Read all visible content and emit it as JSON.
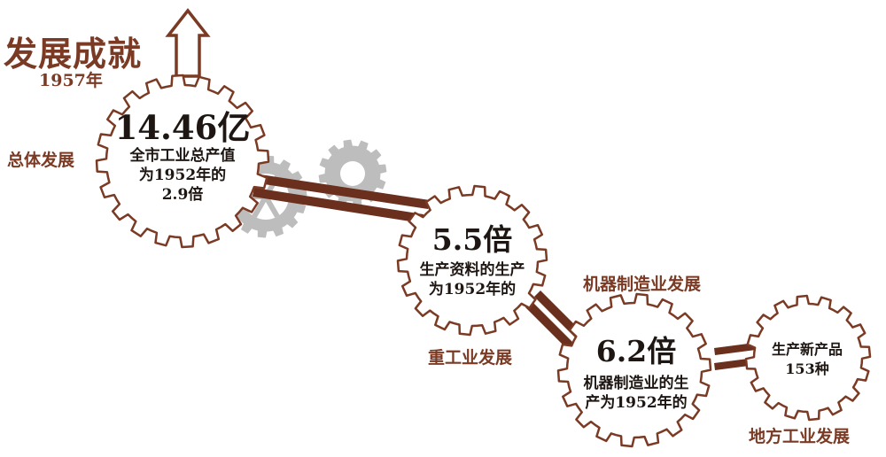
{
  "title": "发展成就",
  "year": "1957年",
  "colors": {
    "brown": "#7a3a24",
    "rail": "#6b2f1e",
    "gear_outline": "#7a3a24",
    "gear_fill": "#ffffff",
    "grey_gear": "#bdbdbd",
    "text": "#1e1612"
  },
  "icons": [
    "up-arrow-icon",
    "gear-icon"
  ],
  "nodes": [
    {
      "category": "总体发展",
      "value": "14.46亿",
      "desc_lines": [
        "全市工业总产值",
        "为1952年的",
        "2.9倍"
      ]
    },
    {
      "category": "重工业发展",
      "value": "5.5倍",
      "desc_lines": [
        "生产资料的生产",
        "为1952年的"
      ]
    },
    {
      "category": "机器制造业发展",
      "value": "6.2倍",
      "desc_lines": [
        "机器制造业的生",
        "产为1952年的"
      ]
    },
    {
      "category": "地方工业发展",
      "value": "",
      "desc_lines": [
        "生产新产品",
        "153种"
      ]
    }
  ]
}
